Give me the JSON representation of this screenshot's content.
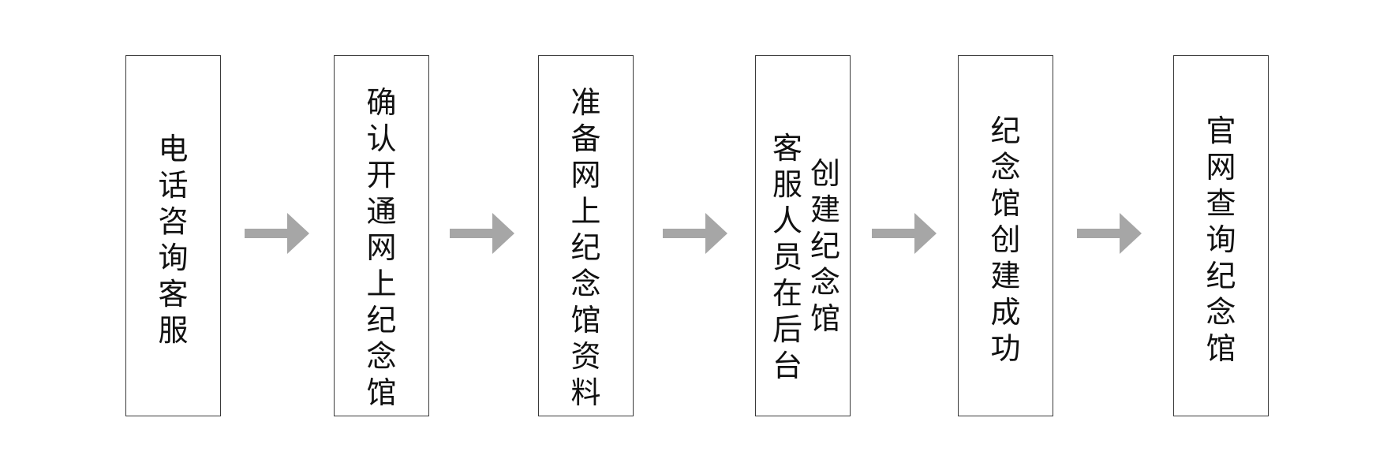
{
  "flow": {
    "steps": [
      {
        "label": "电话咨询客服"
      },
      {
        "label": "确认开通网上纪念馆"
      },
      {
        "label": "准备网上纪念馆资料"
      },
      {
        "label_right": "创建纪念馆",
        "label_left": "客服人员在后台"
      },
      {
        "label": "纪念馆创建成功"
      },
      {
        "label": "官网查询纪念馆"
      }
    ],
    "arrow_color": "#a6a6a6",
    "border_color": "#3a3a3a"
  }
}
